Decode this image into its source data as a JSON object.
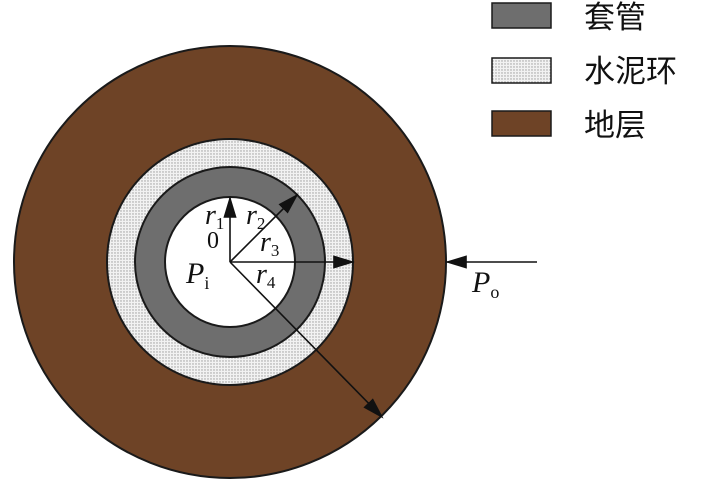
{
  "legend": {
    "items": [
      {
        "label": "套管",
        "color": "#6e6e6e",
        "pattern": "solid"
      },
      {
        "label": "水泥环",
        "color": "#d9d9d9",
        "pattern": "dotted"
      },
      {
        "label": "地层",
        "color": "#6e4326",
        "pattern": "solid"
      }
    ]
  },
  "diagram": {
    "center_label": "0",
    "inner_pressure": {
      "main": "P",
      "sub": "i"
    },
    "outer_pressure": {
      "main": "P",
      "sub": "o"
    },
    "radii": [
      {
        "main": "r",
        "sub": "1"
      },
      {
        "main": "r",
        "sub": "2"
      },
      {
        "main": "r",
        "sub": "3"
      },
      {
        "main": "r",
        "sub": "4"
      }
    ],
    "colors": {
      "formation": "#6e4326",
      "cement": "#e6e6e6",
      "casing": "#6e6e6e",
      "bore": "#ffffff",
      "stroke": "#1a1a1a"
    }
  }
}
